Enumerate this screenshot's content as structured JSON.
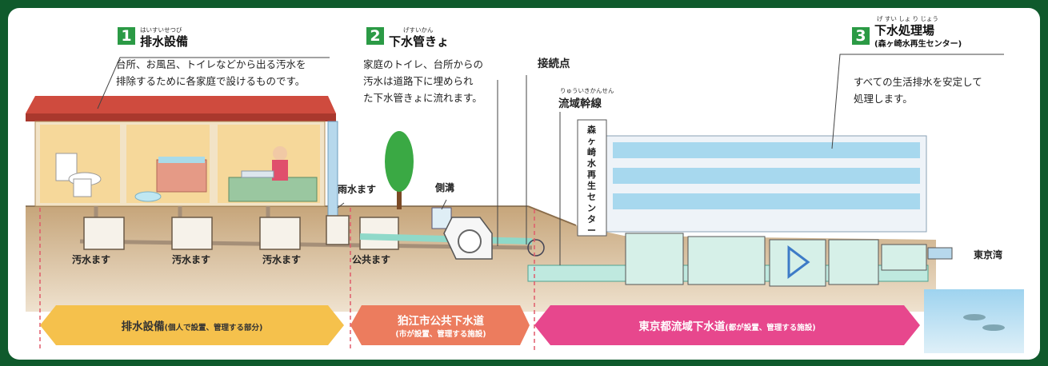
{
  "section1": {
    "number": "1",
    "ruby": "はいすいせつび",
    "title": "排水設備",
    "desc_line1": "台所、お風呂、トイレなどから出る汚水を",
    "desc_line2": "排除するために各家庭で設けるものです。"
  },
  "section2": {
    "number": "2",
    "ruby": "げすいかん",
    "title": "下水管きょ",
    "desc_line1": "家庭のトイレ、台所からの",
    "desc_line2": "汚水は道路下に埋められ",
    "desc_line3": "た下水管きょに流れます。"
  },
  "section3": {
    "number": "3",
    "ruby": "げ すい しょ り じょう",
    "title": "下水処理場",
    "subtitle": "(森ヶ崎水再生センター)",
    "desc_line1": "すべての生活排水を安定して",
    "desc_line2": "処理します。"
  },
  "labels": {
    "connection_point": "接続点",
    "trunk_ruby": "りゅういきかんせん",
    "trunk_line": "流域幹線",
    "rainwater_basin": "雨水ます",
    "side_ditch": "側溝",
    "sewage_basin_1": "汚水ます",
    "sewage_basin_2": "汚水ます",
    "sewage_basin_3": "汚水ます",
    "public_basin": "公共ます",
    "tokyo_bay": "東京湾",
    "facility_sign": "森ヶ崎水再生センター"
  },
  "bands": [
    {
      "main": "排水設備",
      "sub": "(個人で設置、管理する部分)",
      "color": "#f5c14c"
    },
    {
      "main": "狛江市公共下水道",
      "sub": "(市が設置、管理する施設)",
      "color": "#ec7c5e"
    },
    {
      "main": "東京都流域下水道",
      "sub": "(都が設置、管理する施設)",
      "color": "#e7478d"
    }
  ],
  "colors": {
    "frame_bg": "#0f5a2c",
    "num_green": "#2b9a45",
    "ground": "#c9ad86",
    "pipe": "#8fd9c9",
    "water": "#bde0f5"
  }
}
